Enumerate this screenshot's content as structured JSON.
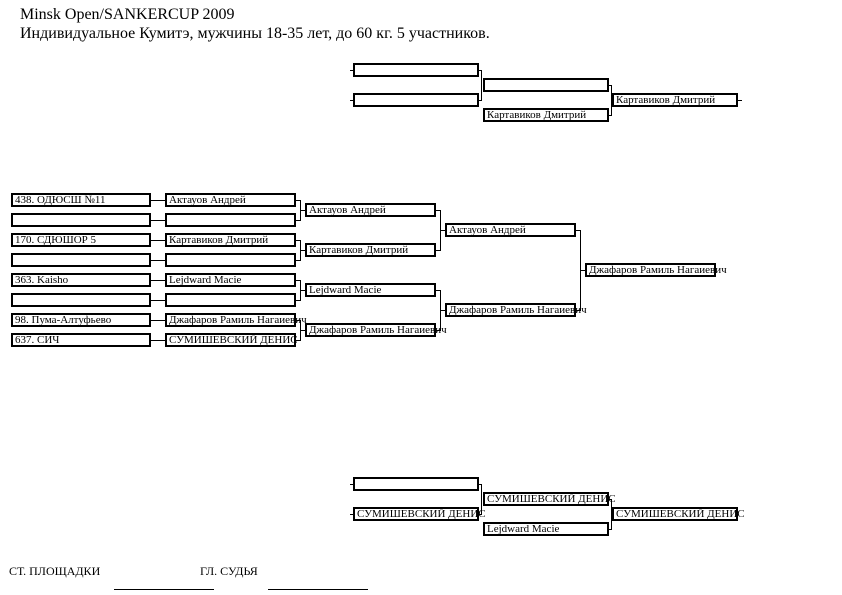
{
  "header": {
    "title": "Minsk Open/SANKERCUP 2009",
    "subtitle": "Индивидуальное Кумитэ, мужчины 18-35 лет, до  60 кг. 5 участников."
  },
  "clubs": [
    "438. ОДЮСШ №11",
    "",
    "170. СДЮШОР 5",
    "",
    "363. Kaisho",
    "",
    "98. Пума-Алтуфьево",
    "637. СИЧ"
  ],
  "round1": [
    "Актауов  Андрей",
    "",
    "Картавиков Дмитрий",
    "",
    "Lejdward Macie",
    "",
    "Джафаров Рамиль Нагаиевич",
    "СУМИШЕВСКИЙ ДЕНИС"
  ],
  "round2": [
    "Актауов  Андрей",
    "Картавиков Дмитрий",
    "Lejdward Macie",
    "Джафаров Рамиль Нагаиевич"
  ],
  "round3": [
    "Актауов  Андрей",
    "Джафаров Рамиль Нагаиевич"
  ],
  "final": "Джафаров Рамиль Нагаиевич",
  "repechage_top": {
    "r1": [
      "",
      ""
    ],
    "r2": [
      "",
      "Картавиков Дмитрий"
    ],
    "result": "Картавиков Дмитрий"
  },
  "repechage_bottom": {
    "r1": [
      "",
      "СУМИШЕВСКИЙ ДЕНИС"
    ],
    "r2": [
      "СУМИШЕВСКИЙ ДЕНИС",
      "Lejdward Macie"
    ],
    "result": "СУМИШЕВСКИЙ ДЕНИС"
  },
  "footer": {
    "site_chief": "СТ. ПЛОЩАДКИ",
    "chief_judge": "ГЛ. СУДЬЯ"
  }
}
